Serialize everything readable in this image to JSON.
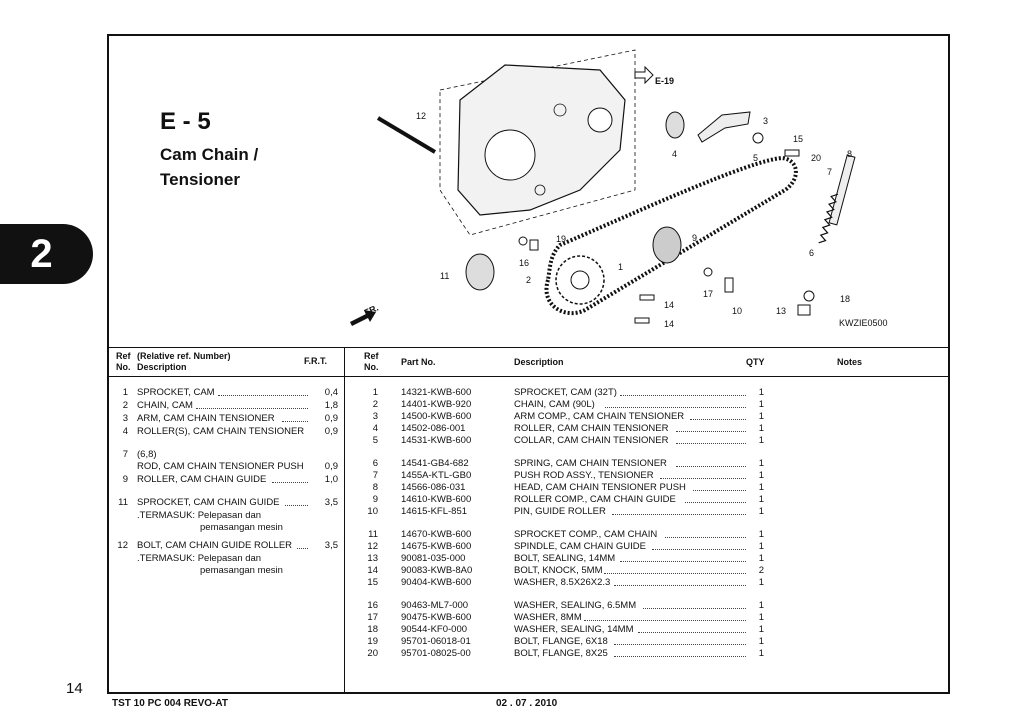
{
  "page": {
    "tab_number": "2",
    "page_number": "14",
    "footer_left": "TST 10 PC 004 REVO-AT",
    "footer_date": "02 . 07 . 2010"
  },
  "section": {
    "code": "E - 5",
    "title": "Cam Chain / Tensioner"
  },
  "diagram": {
    "ref_label": "E-19",
    "figure_code": "KWZIE0500",
    "front_label": "FR.",
    "callouts": [
      "1",
      "2",
      "3",
      "4",
      "5",
      "6",
      "7",
      "8",
      "9",
      "10",
      "11",
      "12",
      "13",
      "14",
      "14",
      "15",
      "16",
      "17",
      "18",
      "19",
      "20"
    ]
  },
  "left_table": {
    "header": {
      "ref": "Ref",
      "no": "No.",
      "relative": "(Relative ref. Number)",
      "description": "Description",
      "frt": "F.R.T."
    },
    "rows": [
      {
        "ref": "1",
        "desc": "SPROCKET, CAM",
        "frt": "0,4"
      },
      {
        "ref": "2",
        "desc": "CHAIN, CAM",
        "frt": "1,8"
      },
      {
        "ref": "3",
        "desc": "ARM, CAM CHAIN TENSIONER",
        "frt": "0,9"
      },
      {
        "ref": "4",
        "desc": "ROLLER(S), CAM CHAIN TENSIONER",
        "frt": "0,9"
      },
      {
        "ref": "7",
        "desc": "(6,8)",
        "frt": ""
      },
      {
        "ref": "",
        "desc": "ROD, CAM CHAIN TENSIONER PUSH",
        "frt": "0,9"
      },
      {
        "ref": "9",
        "desc": "ROLLER, CAM CHAIN GUIDE",
        "frt": "1,0"
      },
      {
        "ref": "11",
        "desc": "SPROCKET, CAM CHAIN GUIDE",
        "frt": "3,5"
      },
      {
        "ref": "",
        "desc": ".TERMASUK: Pelepasan dan",
        "frt": ""
      },
      {
        "ref": "",
        "desc": "pemasangan mesin",
        "frt": ""
      },
      {
        "ref": "12",
        "desc": "BOLT, CAM CHAIN GUIDE ROLLER",
        "frt": "3,5"
      },
      {
        "ref": "",
        "desc": ".TERMASUK: Pelepasan dan",
        "frt": ""
      },
      {
        "ref": "",
        "desc": "pemasangan mesin",
        "frt": ""
      }
    ]
  },
  "right_table": {
    "header": {
      "ref": "Ref",
      "no": "No.",
      "part_no": "Part No.",
      "description": "Description",
      "qty": "QTY",
      "notes": "Notes"
    },
    "rows": [
      {
        "ref": "1",
        "part": "14321-KWB-600",
        "desc": "SPROCKET, CAM (32T)",
        "qty": "1"
      },
      {
        "ref": "2",
        "part": "14401-KWB-920",
        "desc": "CHAIN, CAM (90L)",
        "qty": "1"
      },
      {
        "ref": "3",
        "part": "14500-KWB-600",
        "desc": "ARM COMP., CAM CHAIN TENSIONER",
        "qty": "1"
      },
      {
        "ref": "4",
        "part": "14502-086-001",
        "desc": "ROLLER, CAM CHAIN TENSIONER",
        "qty": "1"
      },
      {
        "ref": "5",
        "part": "14531-KWB-600",
        "desc": "COLLAR, CAM CHAIN TENSIONER",
        "qty": "1"
      },
      {
        "ref": "6",
        "part": "14541-GB4-682",
        "desc": "SPRING, CAM CHAIN TENSIONER",
        "qty": "1"
      },
      {
        "ref": "7",
        "part": "1455A-KTL-GB0",
        "desc": "PUSH ROD ASSY., TENSIONER",
        "qty": "1"
      },
      {
        "ref": "8",
        "part": "14566-086-031",
        "desc": "HEAD, CAM CHAIN TENSIONER PUSH",
        "qty": "1"
      },
      {
        "ref": "9",
        "part": "14610-KWB-600",
        "desc": "ROLLER COMP., CAM CHAIN GUIDE",
        "qty": "1"
      },
      {
        "ref": "10",
        "part": "14615-KFL-851",
        "desc": "PIN, GUIDE ROLLER",
        "qty": "1"
      },
      {
        "ref": "11",
        "part": "14670-KWB-600",
        "desc": "SPROCKET COMP., CAM CHAIN",
        "qty": "1"
      },
      {
        "ref": "12",
        "part": "14675-KWB-600",
        "desc": "SPINDLE, CAM CHAIN GUIDE",
        "qty": "1"
      },
      {
        "ref": "13",
        "part": "90081-035-000",
        "desc": "BOLT, SEALING, 14MM",
        "qty": "1"
      },
      {
        "ref": "14",
        "part": "90083-KWB-8A0",
        "desc": "BOLT, KNOCK, 5MM",
        "qty": "2"
      },
      {
        "ref": "15",
        "part": "90404-KWB-600",
        "desc": "WASHER, 8.5X26X2.3",
        "qty": "1"
      },
      {
        "ref": "16",
        "part": "90463-ML7-000",
        "desc": "WASHER, SEALING, 6.5MM",
        "qty": "1"
      },
      {
        "ref": "17",
        "part": "90475-KWB-600",
        "desc": "WASHER, 8MM",
        "qty": "1"
      },
      {
        "ref": "18",
        "part": "90544-KF0-000",
        "desc": "WASHER, SEALING, 14MM",
        "qty": "1"
      },
      {
        "ref": "19",
        "part": "95701-06018-01",
        "desc": "BOLT, FLANGE, 6X18",
        "qty": "1"
      },
      {
        "ref": "20",
        "part": "95701-08025-00",
        "desc": "BOLT, FLANGE, 8X25",
        "qty": "1"
      }
    ]
  }
}
